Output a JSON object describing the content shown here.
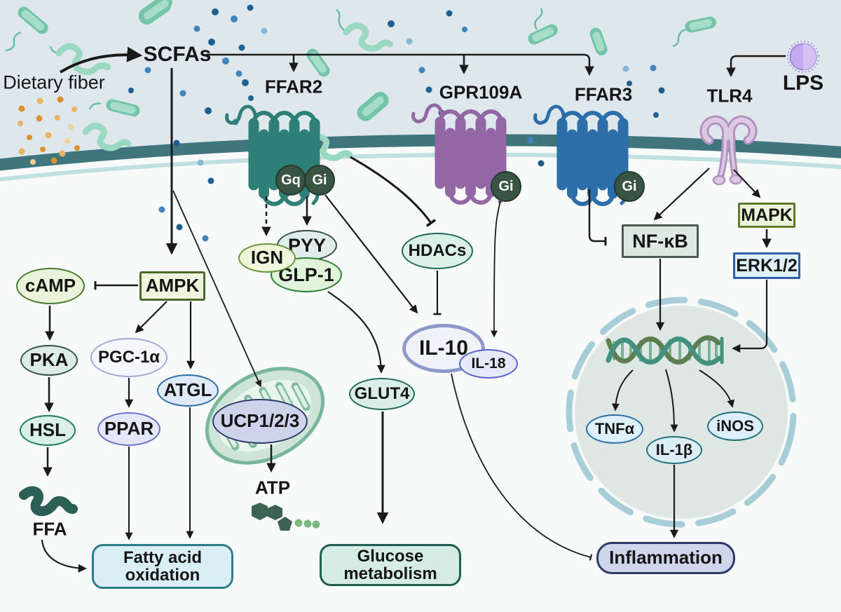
{
  "diagram": {
    "extracellular": {
      "dietary_fiber": "Dietary fiber",
      "scfas": "SCFAs",
      "lps": "LPS"
    },
    "receptors": {
      "ffar2": "FFAR2",
      "gpr109a": "GPR109A",
      "ffar3": "FFAR3",
      "tlr4": "TLR4"
    },
    "g_proteins": {
      "gq": "Gq",
      "gi": "Gi"
    },
    "mediators": {
      "camp": "cAMP",
      "ampk": "AMPK",
      "pka": "PKA",
      "pgc1a": "PGC-1α",
      "atgl": "ATGL",
      "hsl": "HSL",
      "ppar": "PPAR",
      "ffa": "FFA",
      "ucp123": "UCP1/2/3",
      "atp": "ATP",
      "ign": "IGN",
      "pyy": "PYY",
      "glp1": "GLP-1",
      "glut4": "GLUT4",
      "hdacs": "HDACs",
      "il10": "IL-10",
      "il18": "IL-18",
      "nfkb": "NF-κB",
      "mapk": "MAPK",
      "erk12": "ERK1/2",
      "tnfa": "TNFα",
      "il1b": "IL-1β",
      "inos": "iNOS"
    },
    "outcomes": {
      "fatty_acid_oxidation": "Fatty acid oxidation",
      "glucose_metabolism": "Glucose metabolism",
      "inflammation": "Inflammation"
    }
  },
  "colors": {
    "extracellular_bg": "#dde7ec",
    "cytoplasm_bg": "#f8fafa",
    "membrane_dark": "#3f757c",
    "membrane_light": "#bfdfe0",
    "ffar2": "#2e8076",
    "gpr109a": "#9167a6",
    "ffar3": "#2b6ea9",
    "tlr4": "#b293bf",
    "lps": "#c3a9ef",
    "g_protein": "#3a5444",
    "bacteria": "#9bd8c2",
    "scfa_dot": "#2e7bb0",
    "fiber_dot": "#e09b3a",
    "arrow": "#1a1a1a",
    "nucleus_fill": "#dfe7e4",
    "nucleus_border": "#a6cdd8",
    "mitochondria": "#78b79b",
    "dna_green": "#5e7d50",
    "dna_teal": "#44907f"
  }
}
